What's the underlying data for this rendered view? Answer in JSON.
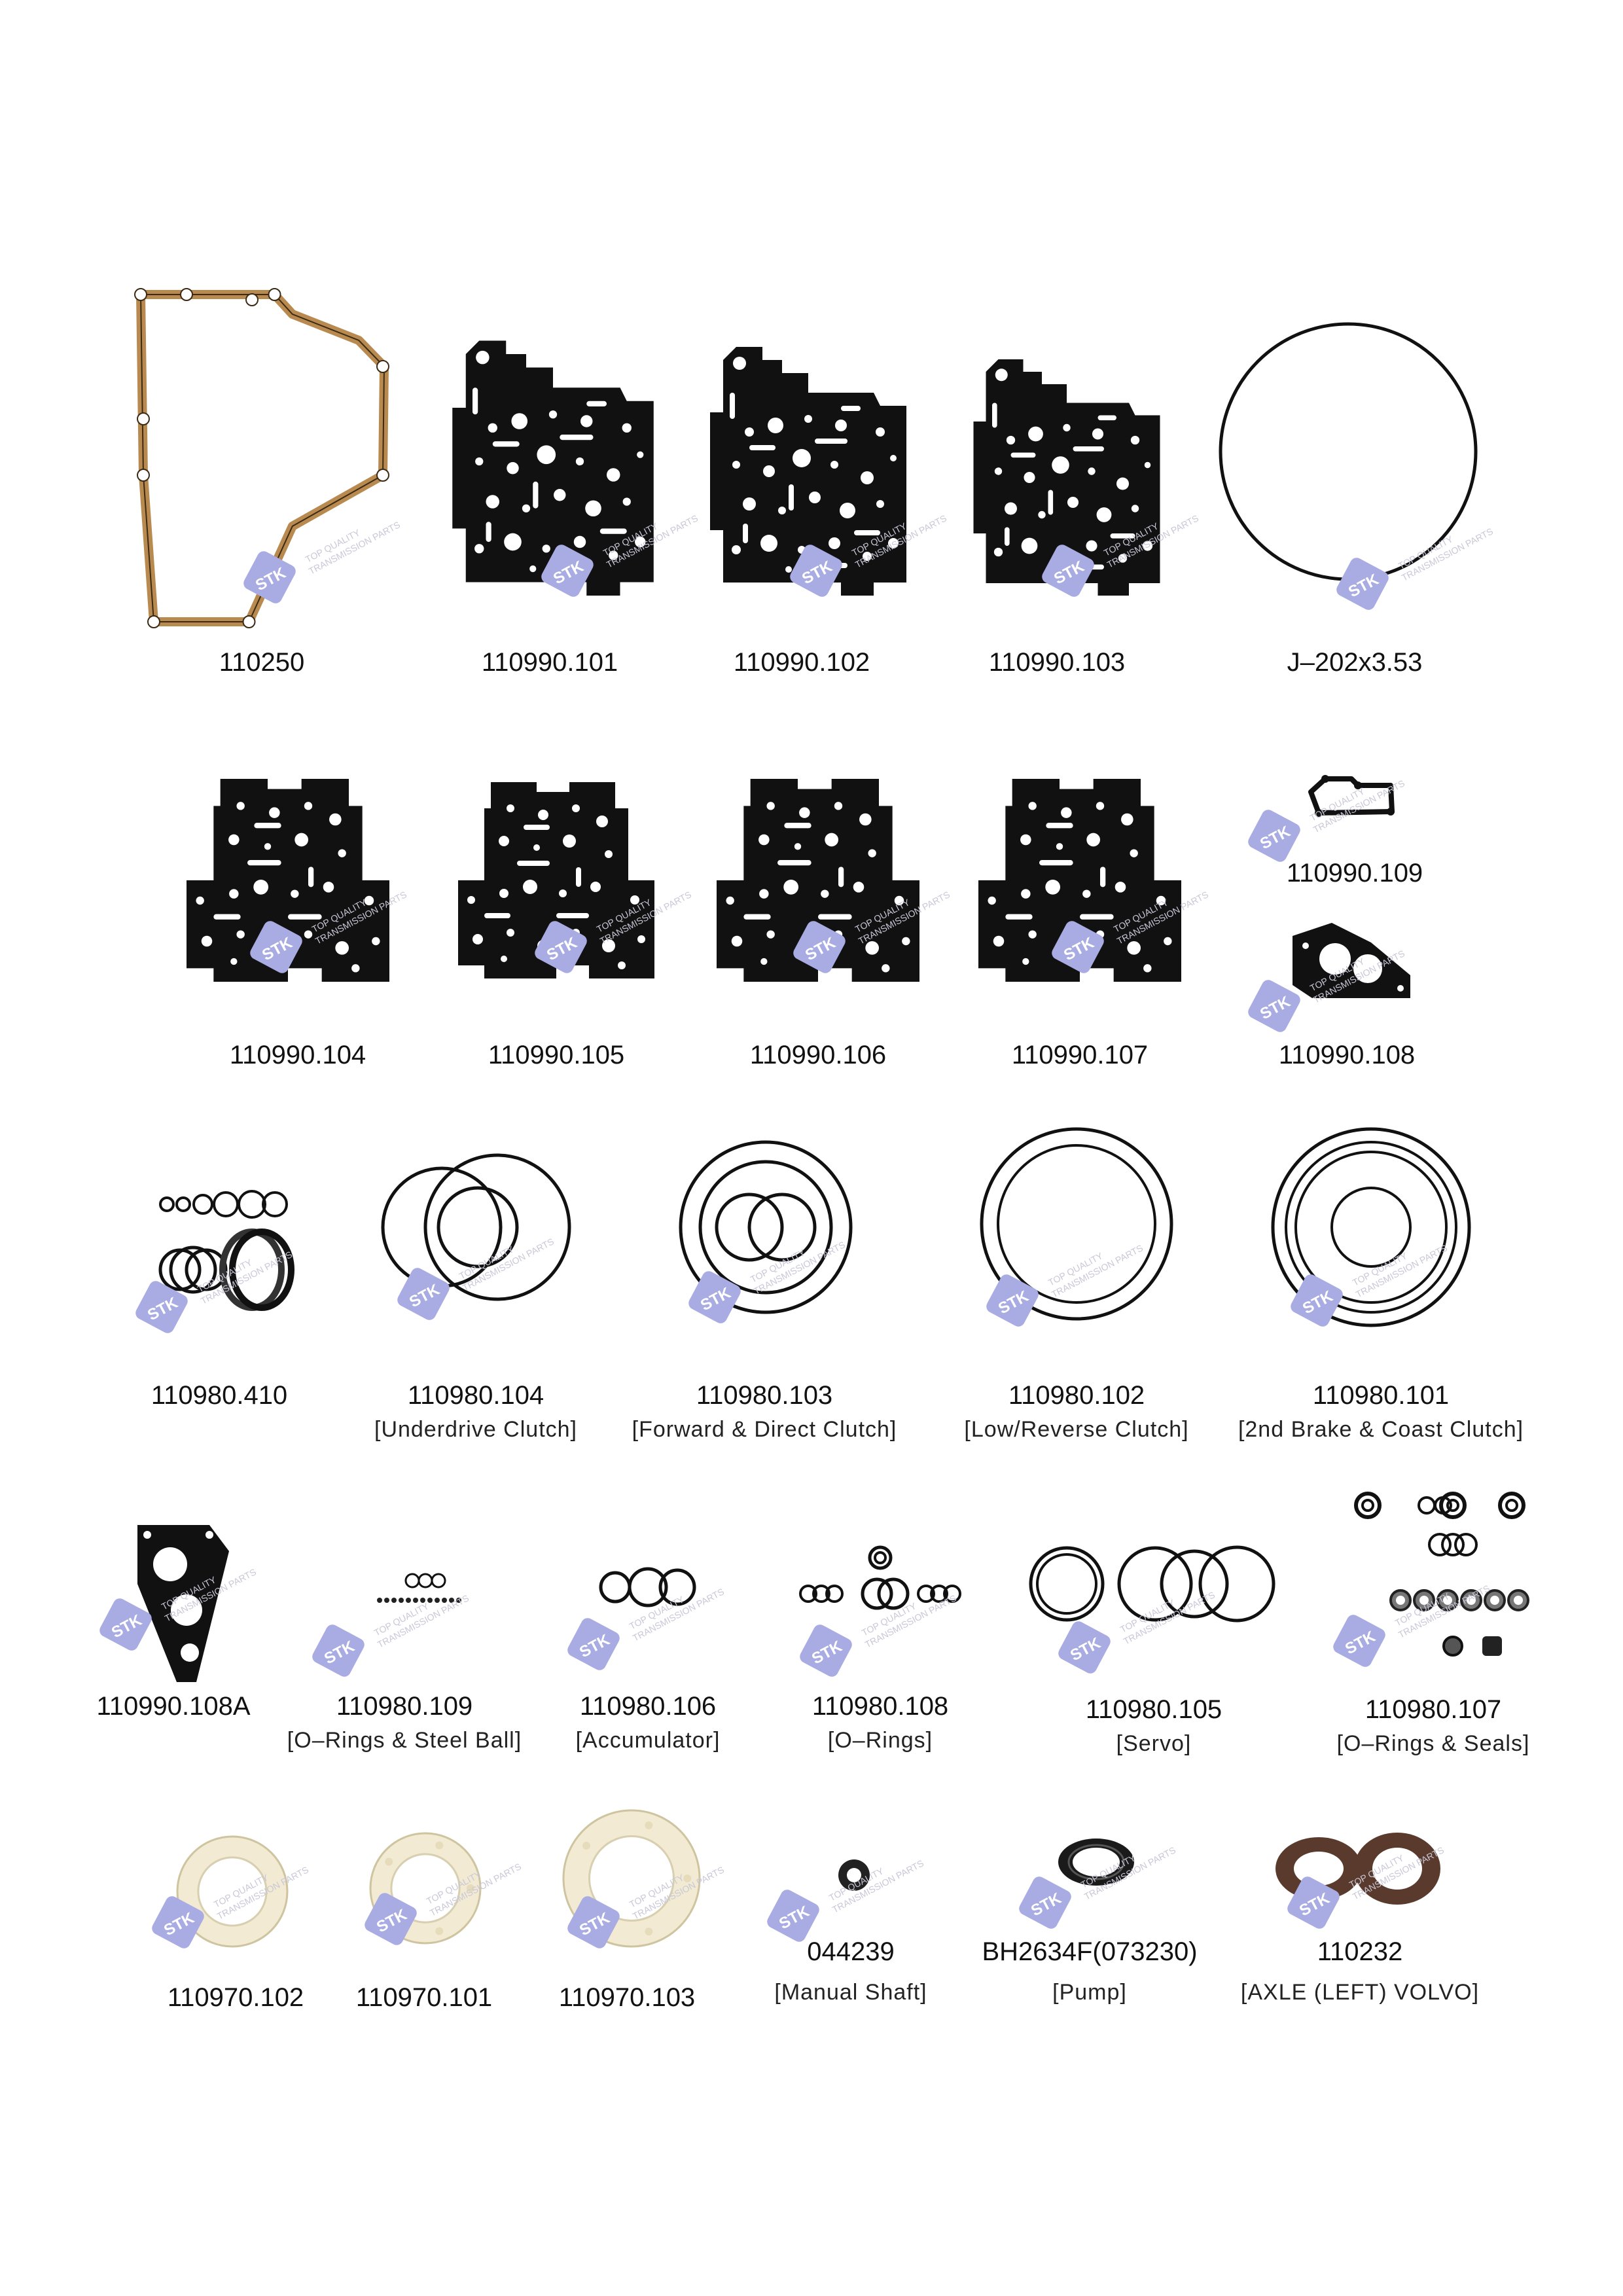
{
  "watermark": {
    "logo_text": "STK",
    "tagline_1": "TOP QUALITY",
    "tagline_2": "TRANSMISSION PARTS",
    "logo_color": "#a9abe3"
  },
  "colors": {
    "cork": "#b98a4f",
    "gasket": "#111111",
    "ring": "#111111",
    "nylon": "#f2ead2",
    "seal": "#5a3a2c"
  },
  "rows": [
    {
      "items": [
        {
          "code": "110250",
          "icon": "cork-pan-gasket-icon"
        },
        {
          "code": "110990.101",
          "icon": "valve-body-gasket-icon"
        },
        {
          "code": "110990.102",
          "icon": "valve-body-gasket-icon"
        },
        {
          "code": "110990.103",
          "icon": "valve-body-gasket-icon"
        },
        {
          "code": "J–202x3.53",
          "icon": "o-ring-icon"
        }
      ]
    },
    {
      "items": [
        {
          "code": "110990.104",
          "icon": "separator-plate-gasket-icon"
        },
        {
          "code": "110990.105",
          "icon": "separator-plate-gasket-icon"
        },
        {
          "code": "110990.106",
          "icon": "separator-plate-gasket-icon"
        },
        {
          "code": "110990.107",
          "icon": "separator-plate-gasket-icon"
        },
        {
          "code": "110990.109",
          "icon": "small-gasket-icon"
        },
        {
          "code": "110990.108",
          "icon": "small-gasket-icon"
        }
      ]
    },
    {
      "items": [
        {
          "code": "110980.410",
          "desc": "",
          "icon": "seal-ring-set-icon"
        },
        {
          "code": "110980.104",
          "desc": "[Underdrive Clutch]",
          "icon": "clutch-ring-set-icon"
        },
        {
          "code": "110980.103",
          "desc": "[Forward & Direct Clutch]",
          "icon": "clutch-ring-set-icon"
        },
        {
          "code": "110980.102",
          "desc": "[Low/Reverse Clutch]",
          "icon": "clutch-ring-set-icon"
        },
        {
          "code": "110980.101",
          "desc": "[2nd Brake & Coast Clutch]",
          "icon": "clutch-ring-set-icon"
        }
      ]
    },
    {
      "items": [
        {
          "code": "110990.108A",
          "desc": "",
          "icon": "small-gasket-icon"
        },
        {
          "code": "110980.109",
          "desc": "[O–Rings & Steel Ball]",
          "icon": "o-ring-steel-ball-icon"
        },
        {
          "code": "110980.106",
          "desc": "[Accumulator]",
          "icon": "o-ring-set-icon"
        },
        {
          "code": "110980.108",
          "desc": "[O–Rings]",
          "icon": "o-ring-set-icon"
        },
        {
          "code": "110980.105",
          "desc": "[Servo]",
          "icon": "o-ring-set-icon"
        },
        {
          "code": "110980.107",
          "desc": "[O–Rings & Seals]",
          "icon": "o-ring-seal-set-icon"
        }
      ]
    },
    {
      "items": [
        {
          "code": "110970.102",
          "desc": "",
          "icon": "thrust-washer-icon"
        },
        {
          "code": "110970.101",
          "desc": "",
          "icon": "thrust-washer-icon"
        },
        {
          "code": "110970.103",
          "desc": "",
          "icon": "thrust-washer-icon"
        },
        {
          "code": "044239",
          "desc": "[Manual Shaft]",
          "icon": "oil-seal-icon"
        },
        {
          "code": "BH2634F(073230)",
          "desc": "[Pump]",
          "icon": "oil-seal-icon"
        },
        {
          "code": "110232",
          "desc": "[AXLE (LEFT) VOLVO]",
          "icon": "oil-seal-icon"
        }
      ]
    }
  ]
}
